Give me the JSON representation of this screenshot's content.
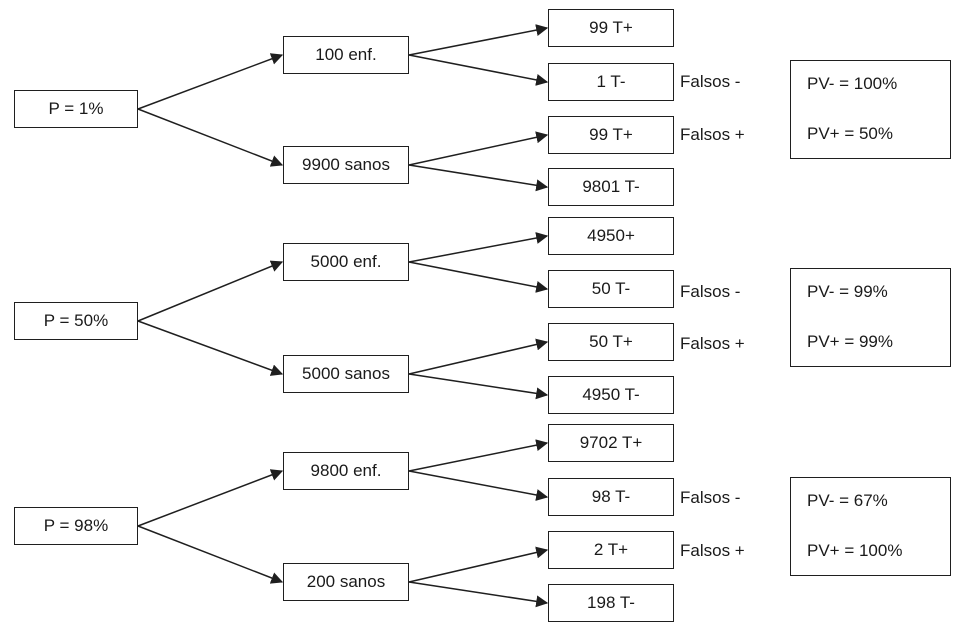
{
  "trees": [
    {
      "root": "P = 1%",
      "branches": [
        {
          "node": "100 enf.",
          "outcomes": [
            "99 T+",
            "1 T-"
          ]
        },
        {
          "node": "9900 sanos",
          "outcomes": [
            "99 T+",
            "9801 T-"
          ]
        }
      ],
      "falsos_neg": "Falsos -",
      "falsos_pos": "Falsos +",
      "pv_neg": "PV- = 100%",
      "pv_pos": "PV+ = 50%"
    },
    {
      "root": "P = 50%",
      "branches": [
        {
          "node": "5000 enf.",
          "outcomes": [
            "4950+",
            "50 T-"
          ]
        },
        {
          "node": "5000 sanos",
          "outcomes": [
            "50 T+",
            "4950 T-"
          ]
        }
      ],
      "falsos_neg": "Falsos -",
      "falsos_pos": "Falsos +",
      "pv_neg": "PV- = 99%",
      "pv_pos": "PV+ = 99%"
    },
    {
      "root": "P = 98%",
      "branches": [
        {
          "node": "9800 enf.",
          "outcomes": [
            "9702 T+",
            "98 T-"
          ]
        },
        {
          "node": "200 sanos",
          "outcomes": [
            "2 T+",
            "198 T-"
          ]
        }
      ],
      "falsos_neg": "Falsos -",
      "falsos_pos": "Falsos +",
      "pv_neg": "PV- = 67%",
      "pv_pos": "PV+ = 100%"
    }
  ],
  "colors": {
    "line": "#1f1f1f",
    "text": "#1a1a1a",
    "background": "#ffffff"
  }
}
